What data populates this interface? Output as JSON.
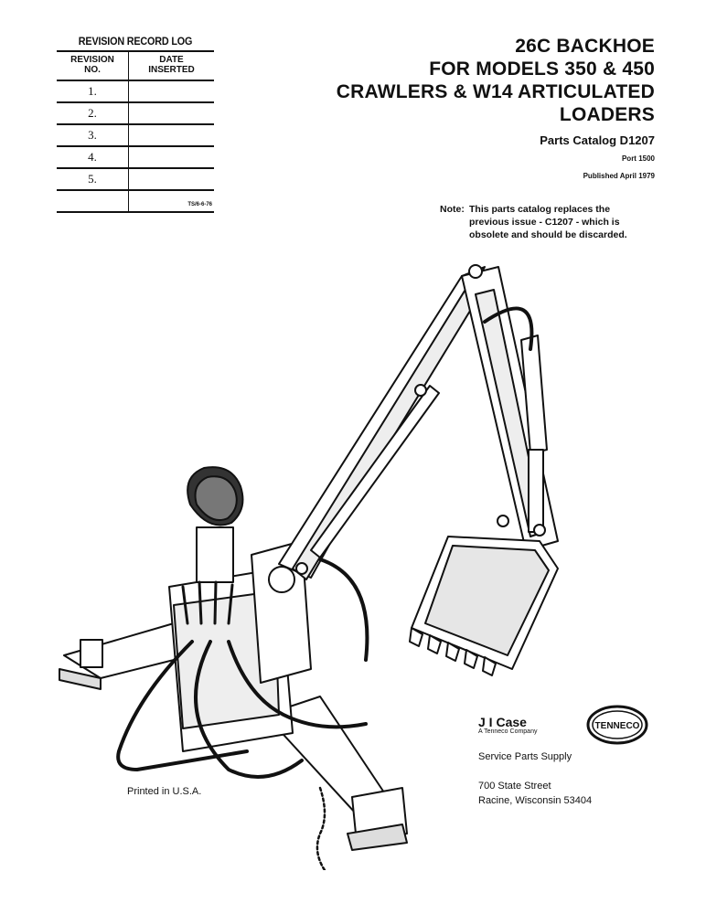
{
  "revision_log": {
    "title": "REVISION RECORD LOG",
    "col1_line1": "REVISION",
    "col1_line2": "NO.",
    "col2_line1": "DATE",
    "col2_line2": "INSERTED",
    "rows": [
      "1.",
      "2.",
      "3.",
      "4.",
      "5."
    ],
    "footnote": "TS/6-6-76"
  },
  "title": {
    "line1": "26C BACKHOE",
    "line2": "FOR MODELS 350 & 450",
    "line3": "CRAWLERS & W14 ARTICULATED",
    "line4": "LOADERS",
    "catalog": "Parts Catalog D1207",
    "part": "Port   1500",
    "published": "Published April 1979"
  },
  "note": {
    "label": "Note:",
    "line1": "This parts catalog replaces the",
    "line2": "previous issue - C1207 - which is",
    "line3": "obsolete and should be discarded."
  },
  "footer": {
    "printed": "Printed in U.S.A.",
    "company_name": "J I Case",
    "company_sub": "A Tenneco Company",
    "service": "Service Parts Supply",
    "address1": "700 State Street",
    "address2": "Racine, Wisconsin 53404",
    "logo_text": "TENNECO"
  }
}
